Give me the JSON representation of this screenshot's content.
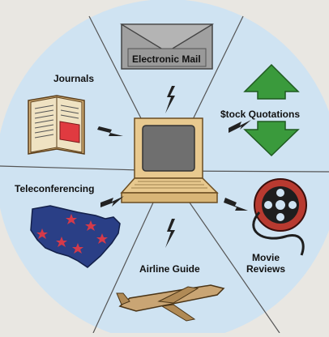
{
  "segments": {
    "electronic_mail": "Electronic Mail",
    "stock_quotations": "$tock Quotations",
    "movie_reviews_line1": "Movie",
    "movie_reviews_line2": "Reviews",
    "airline_guide": "Airline Guide",
    "teleconferencing": "Teleconferencing",
    "journals": "Journals"
  },
  "colors": {
    "background": "#e9e7e2",
    "wheel": "#cfe3f2",
    "divider": "#555555",
    "terminal_body": "#e8c98f",
    "terminal_screen": "#6f6f6f",
    "arrow_green": "#3a9a3c",
    "map_blue": "#2a3f86",
    "star_red": "#d43a4a",
    "journal_red": "#e03a40",
    "reel_red": "#b83a30",
    "plane_tan": "#c9a574",
    "envelope_gray": "#9a9a9a"
  },
  "icons": [
    "terminal-icon",
    "envelope-icon",
    "up-arrow-icon",
    "down-arrow-icon",
    "film-reel-icon",
    "airplane-icon",
    "us-map-icon",
    "book-icon",
    "lightning-bolt-icon"
  ]
}
